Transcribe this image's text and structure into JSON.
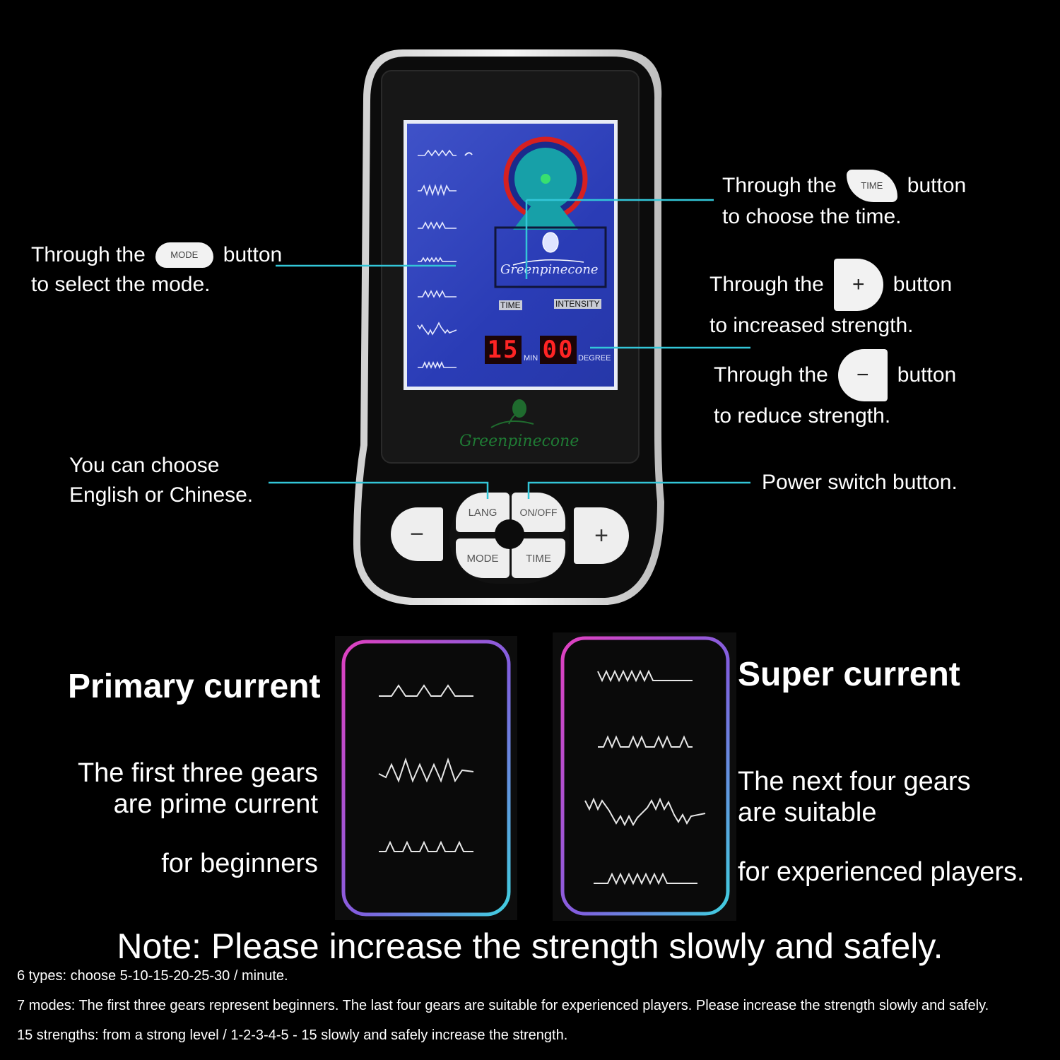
{
  "callouts": {
    "mode": {
      "prefix": "Through the",
      "button": "MODE",
      "suffix": "button",
      "line2": "to select the mode."
    },
    "time": {
      "prefix": "Through the",
      "button": "TIME",
      "suffix": "button",
      "line2": "to choose the time."
    },
    "plus": {
      "prefix": "Through the",
      "button": "+",
      "suffix": "button",
      "line2": "to increased strength."
    },
    "minus": {
      "prefix": "Through the",
      "button": "−",
      "suffix": "button",
      "line2": "to reduce strength."
    },
    "lang": {
      "line1": "You can choose",
      "line2": "English or Chinese."
    },
    "power": {
      "text": "Power switch button."
    }
  },
  "device": {
    "screen": {
      "time_label": "TIME",
      "intensity_label": "INTENSITY",
      "time_value": "15",
      "min_label": "MIN",
      "degree_value": "00",
      "degree_label": "DEGREE",
      "brand": "Greenpinecone"
    },
    "brand": "Greenpinecone",
    "buttons": {
      "lang": "LANG",
      "onoff": "ON/OFF",
      "mode": "MODE",
      "time": "TIME",
      "minus": "−",
      "plus": "+"
    }
  },
  "primary": {
    "title": "Primary current",
    "line1": "The first three gears",
    "line2": "are prime current",
    "line3": "for beginners"
  },
  "super": {
    "title": "Super current",
    "line1": "The next four gears",
    "line2": "are suitable",
    "line3": "for experienced players."
  },
  "note": "Note: Please increase the strength slowly and safely.",
  "footnotes": [
    "6 types: choose 5-10-15-20-25-30 / minute.",
    "7 modes: The first three gears represent beginners. The last four gears are suitable for experienced players. Please increase the strength slowly and safely.",
    "15 strengths: from a strong level / 1-2-3-4-5 - 15 slowly and safely increase the strength."
  ],
  "colors": {
    "background": "#000000",
    "callout_line": "#33c6d8",
    "lcd_blue": "#2a3cb6",
    "led_red": "#ff2424",
    "glow_pink": "#e040c0",
    "glow_cyan": "#40d0e0"
  }
}
